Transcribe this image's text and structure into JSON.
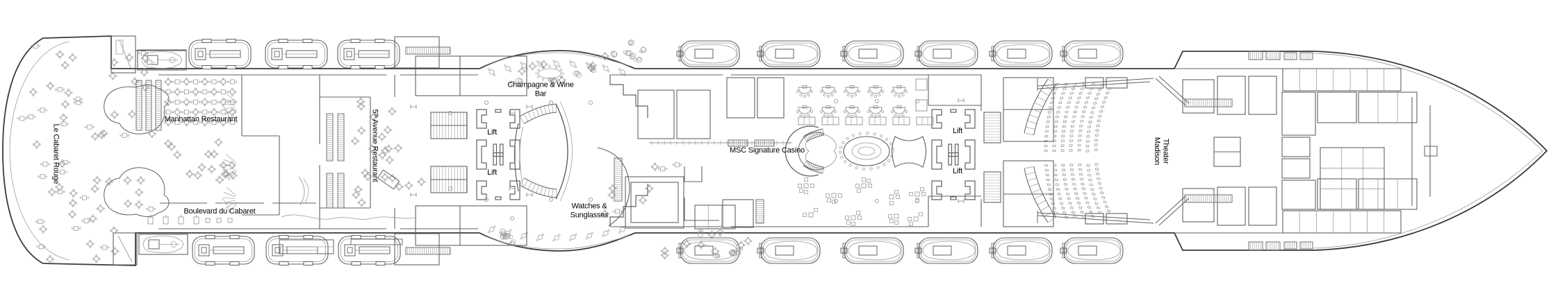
{
  "plan": {
    "type": "cruise-ship deck plan",
    "line_color": "#4a4a4a",
    "background": "#ffffff"
  },
  "labels": {
    "le_cabaret_rouge": "Le Cabaret Rouge",
    "manhattan_restaurant": "Manhattan Restaurant",
    "boulevard_du_cabaret": "Boulevard du Cabaret",
    "fifth_avenue_restaurant": "5ᵗʰ Avenue Restaurant",
    "champagne_wine_bar_line1": "Champagne & Wine",
    "champagne_wine_bar_line2": "Bar",
    "lift": "Lift",
    "msc_signature_casino": "MSC Signature Casino",
    "watches_sunglasses_line1": "Watches &",
    "watches_sunglasses_line2": "Sunglasses",
    "madison_theater_line1": "Madison",
    "madison_theater_line2": "Theater"
  }
}
